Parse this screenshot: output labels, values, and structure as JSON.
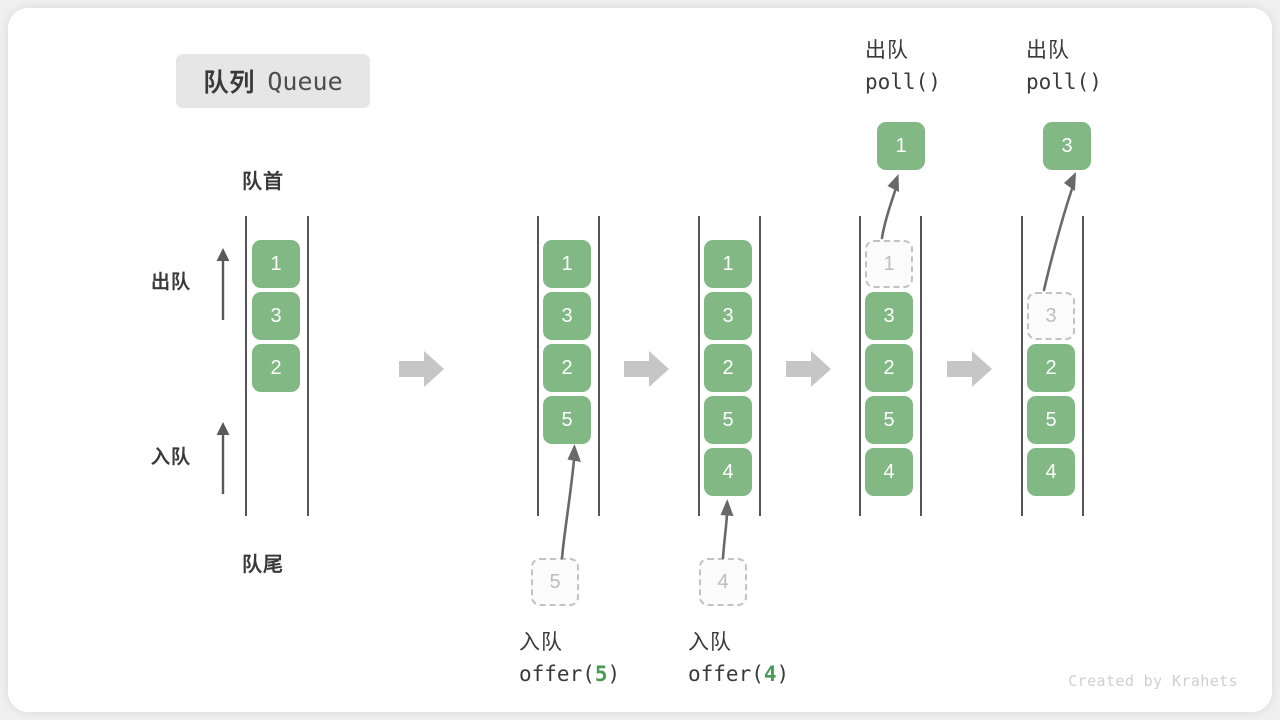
{
  "title": {
    "cn": "队列",
    "en": "Queue"
  },
  "labels": {
    "head": "队首",
    "tail": "队尾",
    "dequeue": "出队",
    "enqueue": "入队"
  },
  "watermark": "Created by Krahets",
  "colors": {
    "cell_fill": "#81b884",
    "cell_text": "#ffffff",
    "ghost_border": "#c2c2c2",
    "ghost_text": "#bdbdbd",
    "rail": "#555555",
    "arrow_gray": "#c6c6c6",
    "accent_green": "#4a9a57",
    "badge_bg": "#e6e6e6",
    "text": "#3a3a3a"
  },
  "icons": {
    "step_arrow": "right-block-arrow-icon",
    "up_arrow": "up-arrow-icon",
    "motion_arrow": "curved-up-arrow-icon"
  },
  "columns": [
    {
      "id": "initial",
      "cells": [
        {
          "value": "1",
          "state": "filled"
        },
        {
          "value": "3",
          "state": "filled"
        },
        {
          "value": "2",
          "state": "filled"
        }
      ]
    },
    {
      "id": "after-offer-5",
      "cells": [
        {
          "value": "1",
          "state": "filled"
        },
        {
          "value": "3",
          "state": "filled"
        },
        {
          "value": "2",
          "state": "filled"
        },
        {
          "value": "5",
          "state": "filled"
        }
      ],
      "incoming": {
        "value": "5",
        "state": "ghost"
      },
      "op": {
        "cn": "入队",
        "fn": "offer(",
        "arg": "5",
        "close": ")"
      }
    },
    {
      "id": "after-offer-4",
      "cells": [
        {
          "value": "1",
          "state": "filled"
        },
        {
          "value": "3",
          "state": "filled"
        },
        {
          "value": "2",
          "state": "filled"
        },
        {
          "value": "5",
          "state": "filled"
        },
        {
          "value": "4",
          "state": "filled"
        }
      ],
      "incoming": {
        "value": "4",
        "state": "ghost"
      },
      "op": {
        "cn": "入队",
        "fn": "offer(",
        "arg": "4",
        "close": ")"
      }
    },
    {
      "id": "after-poll-1",
      "cells": [
        {
          "value": "1",
          "state": "ghost"
        },
        {
          "value": "3",
          "state": "filled"
        },
        {
          "value": "2",
          "state": "filled"
        },
        {
          "value": "5",
          "state": "filled"
        },
        {
          "value": "4",
          "state": "filled"
        }
      ],
      "outgoing": {
        "value": "1",
        "state": "filled"
      },
      "op": {
        "cn": "出队",
        "fn": "poll()"
      }
    },
    {
      "id": "after-poll-3",
      "cells": [
        {
          "value": "",
          "state": "empty"
        },
        {
          "value": "3",
          "state": "ghost"
        },
        {
          "value": "2",
          "state": "filled"
        },
        {
          "value": "5",
          "state": "filled"
        },
        {
          "value": "4",
          "state": "filled"
        }
      ],
      "outgoing": {
        "value": "3",
        "state": "filled"
      },
      "op": {
        "cn": "出队",
        "fn": "poll()"
      }
    }
  ]
}
